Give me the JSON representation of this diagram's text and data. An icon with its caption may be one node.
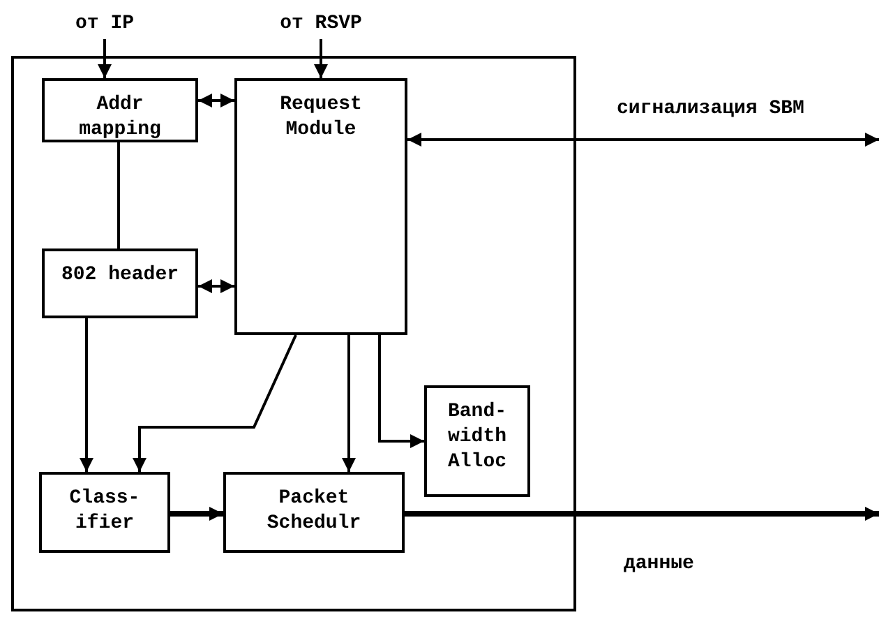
{
  "diagram": {
    "nodes": [
      {
        "text": [
          "от IP"
        ]
      },
      {
        "text": [
          "от RSVP"
        ]
      },
      {
        "text": [],
        "shape": "box"
      },
      {
        "text": [
          "Addr mapping"
        ],
        "in": 2
      },
      {
        "text": [
          "Request Module"
        ],
        "in": 2
      },
      {
        "text": [
          "802 header"
        ],
        "in": 2
      },
      {
        "text": [
          "Band- width Alloc"
        ],
        "in": 2
      },
      {
        "text": [
          "Class- ifier"
        ],
        "in": 2
      },
      {
        "text": [
          "Packet Schedulr"
        ],
        "in": 2
      }
    ],
    "edges": [
      {
        "from": 0,
        "to": 3,
        "arrow": "to"
      },
      {
        "from": 1,
        "to": 4,
        "arrow": "to"
      },
      {
        "from": 3,
        "to": 4,
        "arrow": "both"
      },
      {
        "from": 4,
        "to": null,
        "arrow": "both",
        "label": "сигнализация SBM"
      },
      {
        "from": 3,
        "to": 5,
        "arrow": "none"
      },
      {
        "from": 5,
        "to": 4,
        "arrow": "both"
      },
      {
        "from": 4,
        "to": 7,
        "arrow": "to"
      },
      {
        "from": 4,
        "to": 8,
        "arrow": "to"
      },
      {
        "from": 4,
        "to": 6,
        "arrow": "to"
      },
      {
        "from": 5,
        "to": 7,
        "arrow": "to"
      },
      {
        "from": 7,
        "to": 8,
        "arrow": "to",
        "style": "thick"
      },
      {
        "from": 8,
        "to": null,
        "arrow": "to",
        "style": "thick",
        "label": "данные"
      }
    ]
  }
}
